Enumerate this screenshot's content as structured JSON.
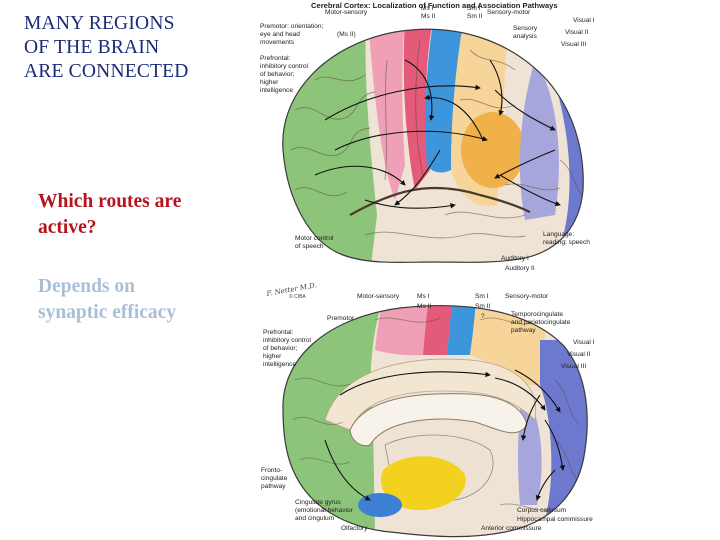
{
  "slide": {
    "title_lines": [
      "MANY REGIONS",
      "OF THE BRAIN",
      "ARE CONNECTED"
    ],
    "question_lines": [
      "Which routes are",
      "active?"
    ],
    "answer_lines": [
      "Depends on",
      "synaptic efficacy"
    ],
    "colors": {
      "title": "#1a2a78",
      "question": "#b4141e",
      "answer": "#a9bfd8"
    }
  },
  "figure": {
    "heading": "Cerebral Cortex: Localization of Function and Association Pathways",
    "signature": "F. Netter M.D. © CIBA",
    "lateral_labels": {
      "motor_sensory": "Motor-sensory",
      "ms1": "Ms I",
      "ms2": "Ms II",
      "sm1": "Sm I",
      "sm2": "Sm II",
      "sensory_motor": "Sensory-motor",
      "premotor_1": "Premotor: orientation;",
      "premotor_2": "eye and head",
      "premotor_3": "movements",
      "ms2_side": "(Ms II)",
      "sensory_analysis_1": "Sensory",
      "sensory_analysis_2": "analysis",
      "visual1": "Visual I",
      "visual2": "Visual II",
      "visual3": "Visual III",
      "prefrontal_1": "Prefrontal:",
      "prefrontal_2": "inhibitory control",
      "prefrontal_3": "of behavior;",
      "prefrontal_4": "higher",
      "prefrontal_5": "intelligence",
      "motor_speech_1": "Motor control",
      "motor_speech_2": "of speech",
      "language_1": "Language:",
      "language_2": "reading; speech",
      "auditory1": "Auditory I",
      "auditory2": "Auditory II"
    },
    "medial_labels": {
      "motor_sensory": "Motor-sensory",
      "ms1": "Ms I",
      "ms2": "Ms II",
      "sm1": "Sm I",
      "sm2": "Sm II",
      "qmark": "?",
      "sensory_motor": "Sensory-motor",
      "premotor": "Premotor",
      "temporo_1": "Temporocingulate",
      "temporo_2": "and parietocingulate",
      "temporo_3": "pathway",
      "prefrontal_1": "Prefrontal:",
      "prefrontal_2": "inhibitory control",
      "prefrontal_3": "of behavior;",
      "prefrontal_4": "higher",
      "prefrontal_5": "intelligence",
      "visual1": "Visual I",
      "visual2": "Visual II",
      "visual3": "Visual III",
      "frontocingulate_1": "Fronto-",
      "frontocingulate_2": "cingulate",
      "frontocingulate_3": "pathway",
      "cingulate_1": "Cingulate gyrus",
      "cingulate_2": "(emotional behavior",
      "cingulate_3": "and cingulum",
      "corpus_callosum": "Corpus callosum",
      "hippocampal_commissure": "Hippocampal commissure",
      "olfactory": "Olfactory",
      "anterior_commissure": "Anterior commissure"
    },
    "region_colors": {
      "prefrontal": "#8cc47a",
      "premotor": "#efa0b6",
      "motor": "#e35a7a",
      "sensory": "#3d95dc",
      "sensory_analysis": "#f0b04a",
      "parietal": "#f6d49a",
      "visual": "#6d79cf",
      "visual_assoc": "#a7a6dc",
      "temporal": "#efe3d6",
      "limbic": "#f2d21e"
    }
  }
}
